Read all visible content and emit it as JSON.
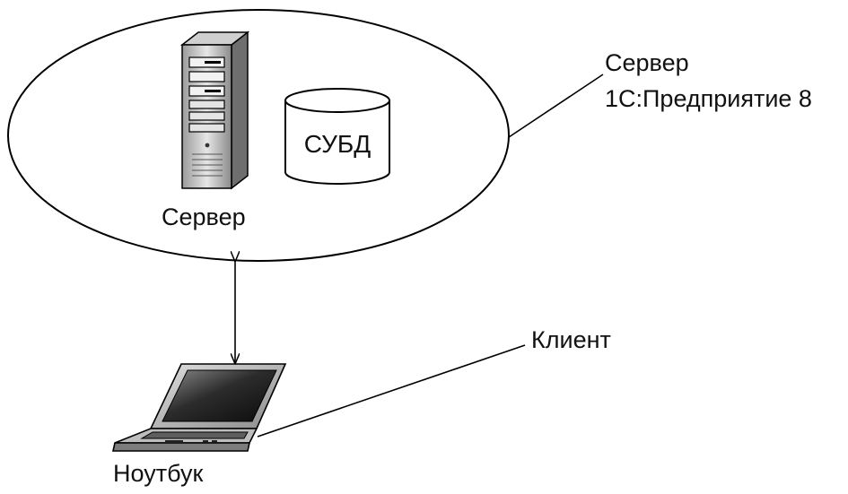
{
  "labels": {
    "server_caption": "Сервер",
    "dbms": "СУБД",
    "server_group_line1": "Сервер",
    "server_group_line2": "1С:Предприятие 8",
    "client": "Клиент",
    "laptop_caption": "Ноутбук"
  },
  "colors": {
    "line": "#000000",
    "text": "#111111",
    "background": "#ffffff"
  },
  "icons": {
    "server": "server-tower-icon",
    "dbms": "database-cylinder-icon",
    "laptop": "laptop-icon"
  }
}
